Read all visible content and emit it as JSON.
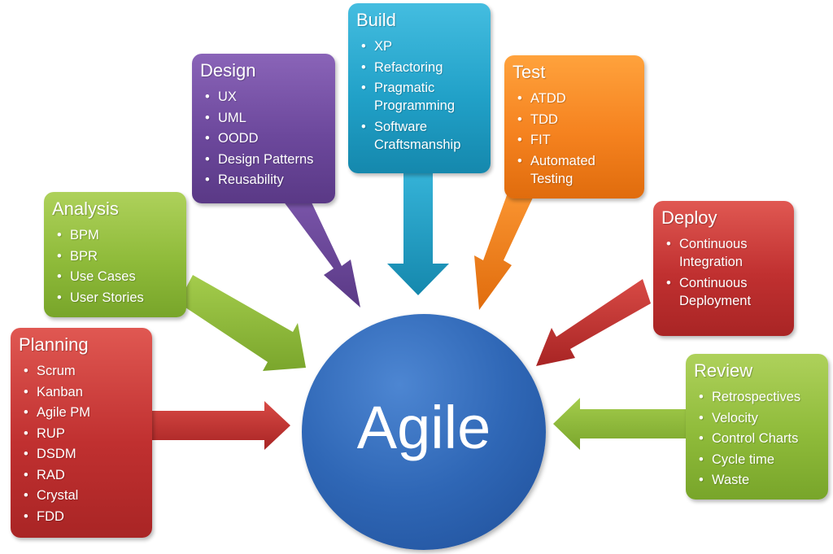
{
  "center": {
    "label": "Agile",
    "color": "#2f67b6"
  },
  "cards": {
    "planning": {
      "title": "Planning",
      "color": "#c03030",
      "items": [
        "Scrum",
        "Kanban",
        "Agile PM",
        "RUP",
        "DSDM",
        "RAD",
        "Crystal",
        "FDD"
      ]
    },
    "analysis": {
      "title": "Analysis",
      "color": "#8fbb3a",
      "items": [
        "BPM",
        "BPR",
        "Use Cases",
        "User Stories"
      ]
    },
    "design": {
      "title": "Design",
      "color": "#6c489c",
      "items": [
        "UX",
        "UML",
        "OODD",
        "Design Patterns",
        "Reusability"
      ]
    },
    "build": {
      "title": "Build",
      "color": "#21a1c8",
      "items": [
        "XP",
        "Refactoring",
        "Pragmatic Programming",
        "Software Craftsmanship"
      ]
    },
    "test": {
      "title": "Test",
      "color": "#f5821f",
      "items": [
        "ATDD",
        "TDD",
        "FIT",
        "Automated Testing"
      ]
    },
    "deploy": {
      "title": "Deploy",
      "color": "#c03030",
      "items": [
        "Continuous Integration",
        "Continuous Deployment"
      ]
    },
    "review": {
      "title": "Review",
      "color": "#8fbb3a",
      "items": [
        "Retrospectives",
        "Velocity",
        "Control Charts",
        "Cycle time",
        "Waste"
      ]
    }
  }
}
